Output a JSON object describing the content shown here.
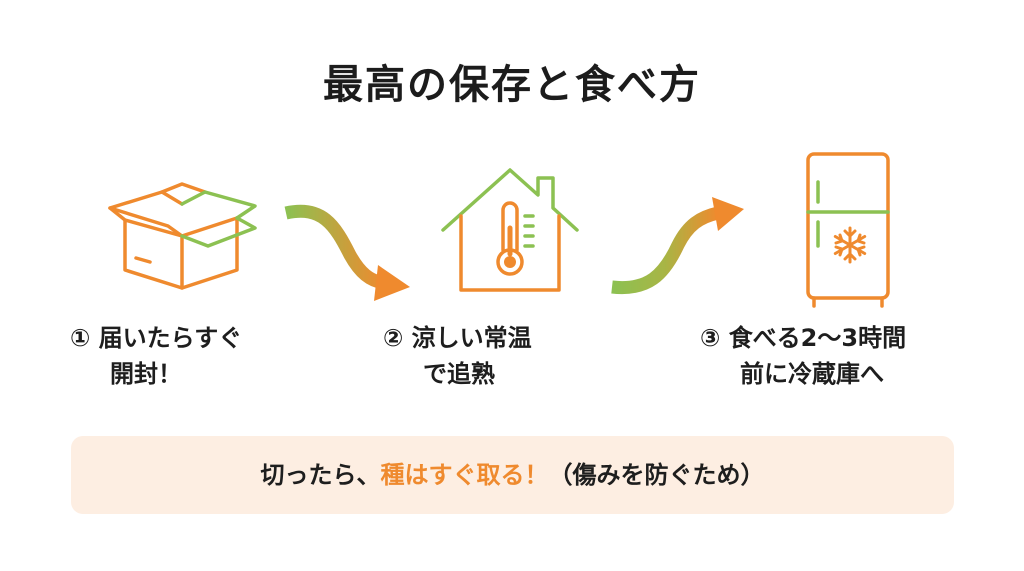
{
  "title": "最高の保存と食べ方",
  "steps": [
    {
      "number": "①",
      "line1": "届いたらすぐ",
      "line2": "開封！",
      "icon": "open-box-icon"
    },
    {
      "number": "②",
      "line1": "涼しい常温",
      "line2": "で追熟",
      "icon": "house-thermometer-icon"
    },
    {
      "number": "③",
      "line1": "食べる2〜3時間",
      "line2": "前に冷蔵庫へ",
      "icon": "refrigerator-snowflake-icon"
    }
  ],
  "note": {
    "before": "切ったら、",
    "highlight": "種はすぐ取る！",
    "after": "（傷みを防ぐため）"
  },
  "colors": {
    "orange": "#ef8a2e",
    "green": "#8cc152",
    "note_background": "#fdeee2"
  }
}
